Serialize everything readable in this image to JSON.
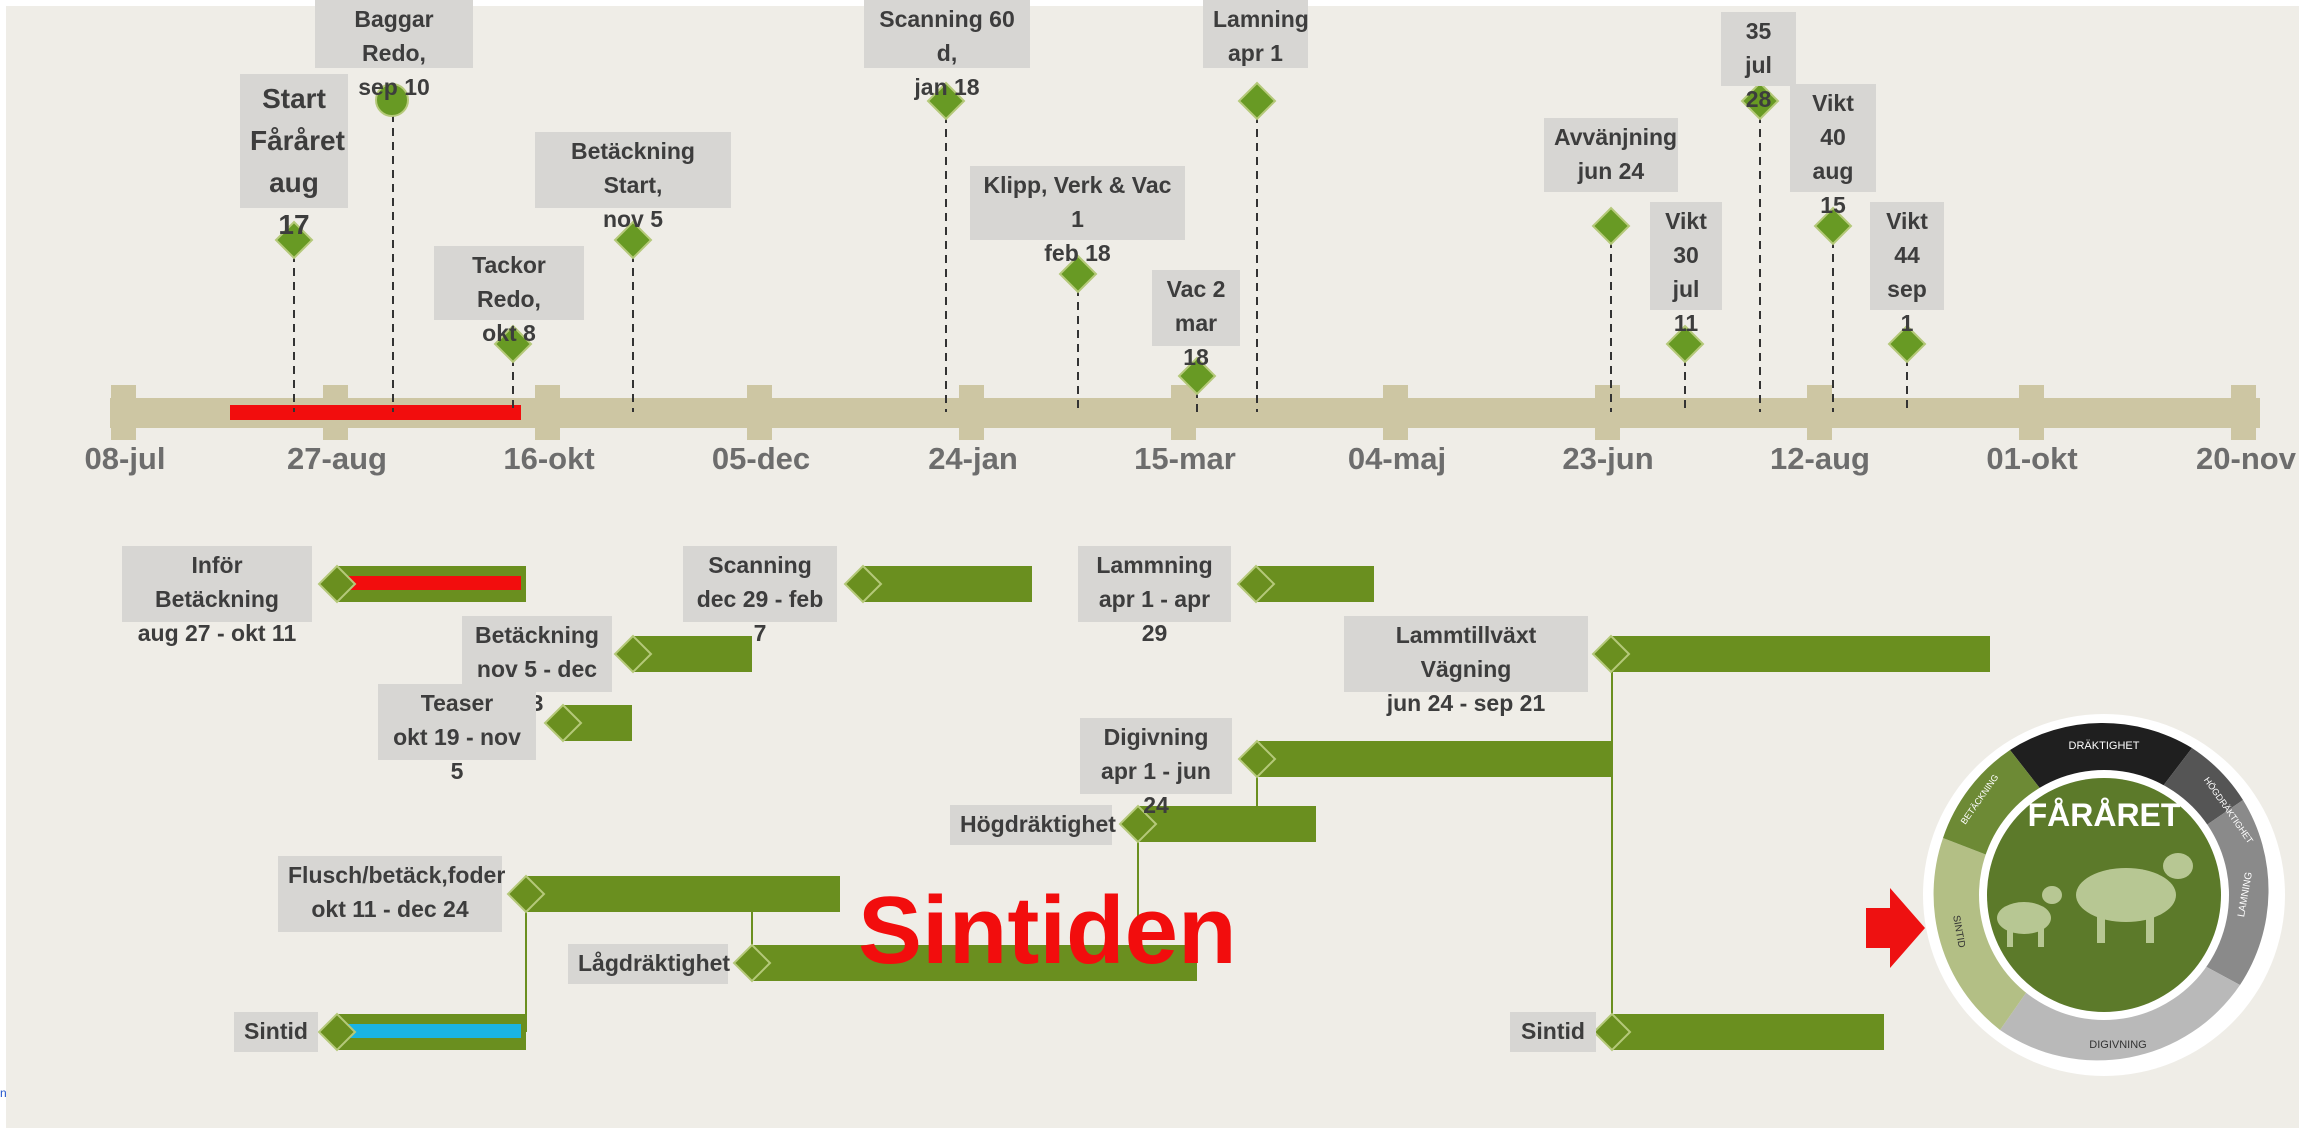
{
  "colors": {
    "background": "#efede7",
    "axis": "#cdc6a3",
    "green": "#6a8f1f",
    "diamond": "#689a24",
    "label_bg": "#d7d6d3",
    "red": "#f20d0d",
    "cyan": "#1ab4e3",
    "gray_text": "#6d6d6d"
  },
  "axis_ticks": [
    "08-jul",
    "27-aug",
    "16-okt",
    "05-dec",
    "24-jan",
    "15-mar",
    "04-maj",
    "23-jun",
    "12-aug",
    "01-okt",
    "20-nov"
  ],
  "milestones": [
    {
      "id": "start",
      "text": "Start\nFåråret\naug 17",
      "shape": "diamond"
    },
    {
      "id": "baggar",
      "text": "Baggar Redo,\nsep 10",
      "shape": "circle"
    },
    {
      "id": "tackor",
      "text": "Tackor Redo,\nokt 8",
      "shape": "diamond"
    },
    {
      "id": "betstart",
      "text": "Betäckning Start,\nnov 5",
      "shape": "diamond"
    },
    {
      "id": "scanning60",
      "text": "Scanning 60 d,\njan 18",
      "shape": "diamond"
    },
    {
      "id": "klipp",
      "text": "Klipp, Verk & Vac 1\nfeb 18",
      "shape": "diamond"
    },
    {
      "id": "vac2",
      "text": "Vac 2\nmar 18",
      "shape": "diamond"
    },
    {
      "id": "lamning",
      "text": "Lamning\napr 1",
      "shape": "diamond"
    },
    {
      "id": "avvanjning",
      "text": "Avvänjning\njun 24",
      "shape": "diamond"
    },
    {
      "id": "vikt30",
      "text": "Vikt\n30\njul 11",
      "shape": "diamond"
    },
    {
      "id": "vikt35",
      "text": "35\njul 28",
      "shape": "diamond"
    },
    {
      "id": "vikt40",
      "text": "Vikt\n40\naug 15",
      "shape": "diamond"
    },
    {
      "id": "vikt44",
      "text": "Vikt\n44\nsep 1",
      "shape": "diamond"
    }
  ],
  "tasks": [
    {
      "id": "infor",
      "text": "Inför Betäckning\naug 27 - okt 11",
      "highlight": "red"
    },
    {
      "id": "scanning",
      "text": "Scanning\ndec 29 - feb 7"
    },
    {
      "id": "lammning",
      "text": "Lammning\napr 1 - apr 29"
    },
    {
      "id": "betackning",
      "text": "Betäckning\nnov 5 - dec 3"
    },
    {
      "id": "lammtillvaxt",
      "text": "Lammtillväxt Vägning\njun 24 - sep 21"
    },
    {
      "id": "teaser",
      "text": "Teaser\nokt 19 - nov 5"
    },
    {
      "id": "digivning",
      "text": "Digivning\napr 1 - jun 24"
    },
    {
      "id": "hogdraktighet",
      "text": "Högdräktighet"
    },
    {
      "id": "flusch",
      "text": "Flusch/betäck,foder\nokt 11 - dec 24"
    },
    {
      "id": "lagdraktighet",
      "text": "Lågdräktighet"
    },
    {
      "id": "sintid1",
      "text": "Sintid",
      "highlight": "cyan"
    },
    {
      "id": "sintid2",
      "text": "Sintid"
    }
  ],
  "overlay_text": "Sintiden",
  "wheel": {
    "title": "FÅRÅRET",
    "segments": [
      "DRÄKTIGHET",
      "HÖGDRÄKTIGHET",
      "LAMNING",
      "DIGIVNING",
      "SINTID",
      "BETÄCKNING"
    ],
    "pointer": "red-arrow"
  },
  "edge_mark": "n"
}
